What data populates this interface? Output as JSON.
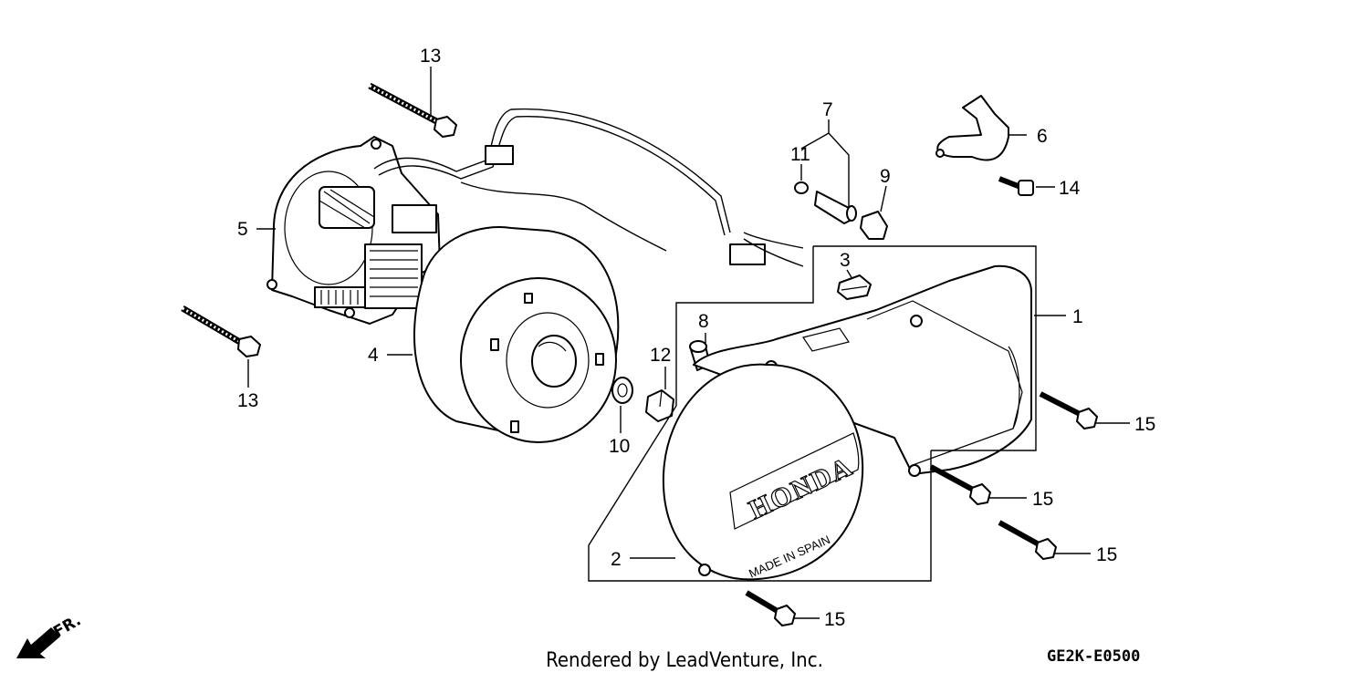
{
  "callouts": {
    "c1": "1",
    "c2": "2",
    "c3": "3",
    "c4": "4",
    "c5": "5",
    "c6": "6",
    "c7": "7",
    "c8": "8",
    "c9": "9",
    "c10": "10",
    "c11": "11",
    "c12": "12",
    "c13a": "13",
    "c13b": "13",
    "c14": "14",
    "c15a": "15",
    "c15b": "15",
    "c15c": "15",
    "c15d": "15"
  },
  "cover_text": {
    "brand": "HONDA",
    "origin": "MADE IN SPAIN"
  },
  "direction_label": "FR.",
  "footer": {
    "credit": "Rendered by LeadVenture, Inc.",
    "diagram_code": "GE2K-E0500"
  }
}
